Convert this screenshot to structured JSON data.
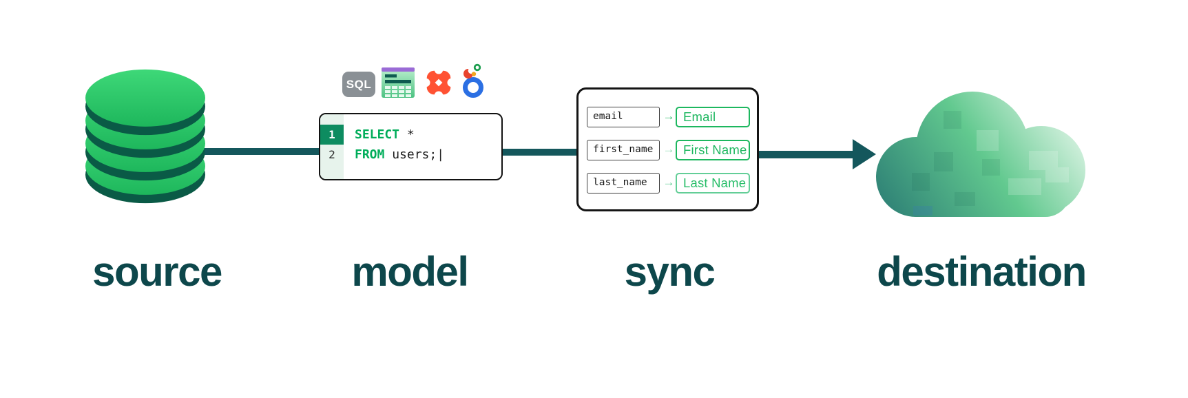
{
  "labels": {
    "source": "source",
    "model": "model",
    "sync": "sync",
    "destination": "destination"
  },
  "model_block": {
    "icons": [
      {
        "name": "sql-badge",
        "label": "SQL"
      },
      {
        "name": "spreadsheet-icon"
      },
      {
        "name": "dbt-icon"
      },
      {
        "name": "looker-icon"
      }
    ],
    "code": {
      "lines": [
        {
          "number": "1",
          "keyword": "SELECT",
          "rest": " *"
        },
        {
          "number": "2",
          "keyword": "FROM",
          "rest": " users;"
        }
      ],
      "cursor": "|"
    }
  },
  "sync_block": {
    "mappings": [
      {
        "source": "email",
        "target": "Email",
        "arrow": "→"
      },
      {
        "source": "first_name",
        "target": "First Name",
        "arrow": "→"
      },
      {
        "source": "last_name",
        "target": "Last Name",
        "arrow": "→"
      }
    ]
  },
  "colors": {
    "accent_green": "#1db75f",
    "keyword_green": "#00ad5a",
    "dark_teal_text": "#0d474b",
    "arrow_teal": "#14575c",
    "db_green": "#2bc868",
    "db_rim": "#0a5a46",
    "gutter_highlight": "#0d8c60",
    "sql_badge_gray": "#8a9095",
    "dbt_orange": "#ff5233",
    "looker_blue": "#2b6fe3",
    "sheet_purple": "#9a6bd6"
  }
}
